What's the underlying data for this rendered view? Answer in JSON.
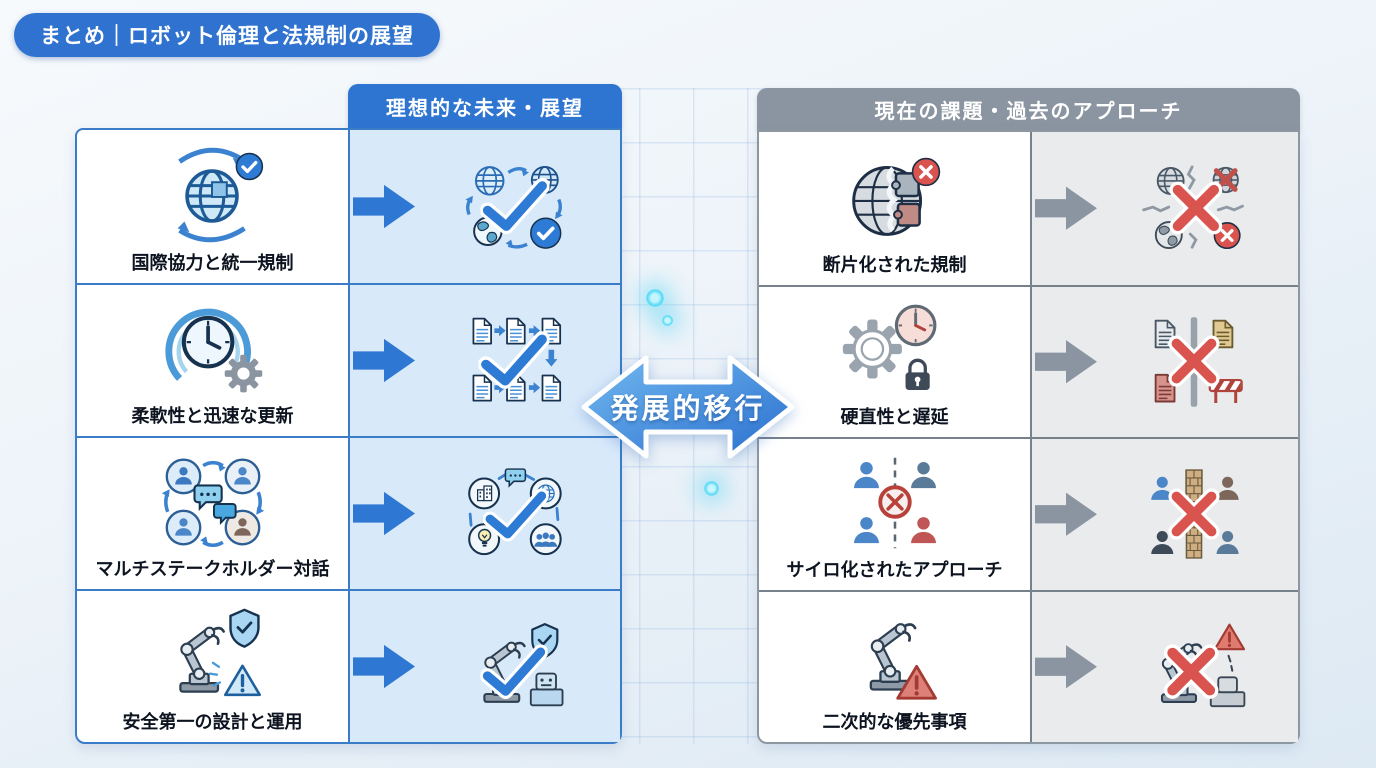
{
  "page_title": "まとめ｜ロボット倫理と法規制の展望",
  "center_arrow": {
    "label": "発展的移行"
  },
  "colors": {
    "accent_blue": "#2e74d1",
    "accent_gray": "#8b95a1",
    "check_blue": "#2e7bd6",
    "cross_red": "#d9534f",
    "future_panel_bg": "#d8e9fa",
    "past_panel_bg": "#e9ebed",
    "badge_bg": "#2f72cf"
  },
  "tables": {
    "future": {
      "header": "理想的な未来・展望",
      "rows": [
        {
          "label": "国際協力と統一規制",
          "icon": "globe-puzzle-cycle-check-icon",
          "result_icon": "global-cycle-big-check-icon"
        },
        {
          "label": "柔軟性と迅速な更新",
          "icon": "clock-refresh-gear-icon",
          "result_icon": "document-flow-big-check-icon"
        },
        {
          "label": "マルチステークホルダー対話",
          "icon": "people-dialogue-cycle-icon",
          "result_icon": "stakeholder-network-big-check-icon"
        },
        {
          "label": "安全第一の設計と運用",
          "icon": "robot-arm-shield-warning-icon",
          "result_icon": "robot-arm-shield-big-check-icon"
        }
      ]
    },
    "past": {
      "header": "現在の課題・過去のアプローチ",
      "rows": [
        {
          "label": "断片化された規制",
          "icon": "fragmented-globe-x-icon",
          "result_icon": "cracked-globes-big-x-icon"
        },
        {
          "label": "硬直性と遅延",
          "icon": "gear-clock-lock-icon",
          "result_icon": "blocked-documents-big-x-icon"
        },
        {
          "label": "サイロ化されたアプローチ",
          "icon": "divided-people-no-sign-icon",
          "result_icon": "walled-people-big-x-icon"
        },
        {
          "label": "二次的な優先事項",
          "icon": "robot-arm-warning-icon",
          "result_icon": "robot-arm-big-x-warning-icon"
        }
      ]
    }
  }
}
